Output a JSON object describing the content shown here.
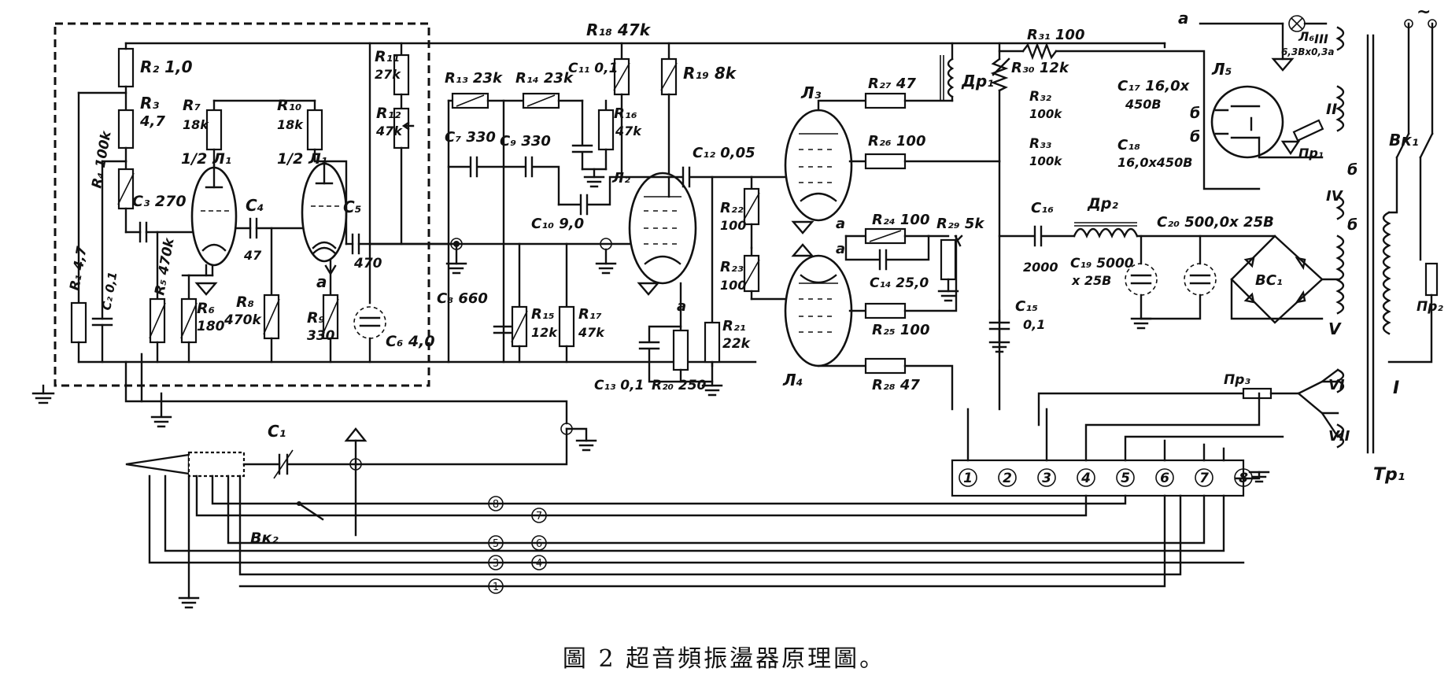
{
  "caption": "圖 2   超音頻振盪器原理圖。",
  "labels": [
    {
      "id": "r2",
      "t": "R₂ 1,0"
    },
    {
      "id": "r3",
      "t": "R₃"
    },
    {
      "id": "r3v",
      "t": "4,7"
    },
    {
      "id": "r4",
      "t": "R₄ 100k"
    },
    {
      "id": "r1",
      "t": "R₁ 4,7"
    },
    {
      "id": "c2",
      "t": "C₂ 0,1"
    },
    {
      "id": "c3",
      "t": "C₃ 270"
    },
    {
      "id": "r5",
      "t": "R₅ 470k"
    },
    {
      "id": "r6",
      "t": "R₆"
    },
    {
      "id": "r6v",
      "t": "180"
    },
    {
      "id": "r7",
      "t": "R₇"
    },
    {
      "id": "r7v",
      "t": "18k"
    },
    {
      "id": "l1a",
      "t": "1/2 Л₁"
    },
    {
      "id": "c4",
      "t": "C₄"
    },
    {
      "id": "c4v",
      "t": "47"
    },
    {
      "id": "r10",
      "t": "R₁₀"
    },
    {
      "id": "r10v",
      "t": "18k"
    },
    {
      "id": "l1b",
      "t": "1/2 Л₁"
    },
    {
      "id": "r8",
      "t": "R₈"
    },
    {
      "id": "r8v",
      "t": "470k"
    },
    {
      "id": "a1",
      "t": "a"
    },
    {
      "id": "r9",
      "t": "R₉"
    },
    {
      "id": "r9v",
      "t": "330"
    },
    {
      "id": "c5",
      "t": "C₅"
    },
    {
      "id": "c5v",
      "t": "470"
    },
    {
      "id": "r11",
      "t": "R₁₁"
    },
    {
      "id": "r11v",
      "t": "27k"
    },
    {
      "id": "r12",
      "t": "R₁₂"
    },
    {
      "id": "r12v",
      "t": "47k"
    },
    {
      "id": "c6",
      "t": "C₆ 4,0"
    },
    {
      "id": "r18",
      "t": "R₁₈ 47k"
    },
    {
      "id": "r13",
      "t": "R₁₃ 23k"
    },
    {
      "id": "r14",
      "t": "R₁₄ 23k"
    },
    {
      "id": "c11",
      "t": "C₁₁ 0,1"
    },
    {
      "id": "r19",
      "t": "R₁₉ 8k"
    },
    {
      "id": "c7",
      "t": "C₇ 330"
    },
    {
      "id": "c9",
      "t": "C₉ 330"
    },
    {
      "id": "r16",
      "t": "R₁₆"
    },
    {
      "id": "r16v",
      "t": "47k"
    },
    {
      "id": "l2",
      "t": "Л₂"
    },
    {
      "id": "c12",
      "t": "C₁₂ 0,05"
    },
    {
      "id": "c10",
      "t": "C₁₀ 9,0"
    },
    {
      "id": "c8",
      "t": "C₈ 660"
    },
    {
      "id": "r15",
      "t": "R₁₅"
    },
    {
      "id": "r15v",
      "t": "12k"
    },
    {
      "id": "r17",
      "t": "R₁₇"
    },
    {
      "id": "r17v",
      "t": "47k"
    },
    {
      "id": "c13",
      "t": "C₁₃ 0,1"
    },
    {
      "id": "r20",
      "t": "R₂₀ 250"
    },
    {
      "id": "a2",
      "t": "a"
    },
    {
      "id": "r22",
      "t": "R₂₂"
    },
    {
      "id": "r22v",
      "t": "100"
    },
    {
      "id": "r23",
      "t": "R₂₃"
    },
    {
      "id": "r23v",
      "t": "100"
    },
    {
      "id": "r21",
      "t": "R₂₁"
    },
    {
      "id": "r21v",
      "t": "22k"
    },
    {
      "id": "l3",
      "t": "Л₃"
    },
    {
      "id": "l4",
      "t": "Л₄"
    },
    {
      "id": "r27",
      "t": "R₂₇ 47"
    },
    {
      "id": "r26",
      "t": "R₂₆ 100"
    },
    {
      "id": "r24",
      "t": "R₂₄ 100"
    },
    {
      "id": "r29",
      "t": "R₂₉ 5k"
    },
    {
      "id": "c14",
      "t": "C₁₄ 25,0"
    },
    {
      "id": "r25",
      "t": "R₂₅ 100"
    },
    {
      "id": "r28",
      "t": "R₂₈ 47"
    },
    {
      "id": "a3",
      "t": "a"
    },
    {
      "id": "a4",
      "t": "a"
    },
    {
      "id": "dr1",
      "t": "Др₁"
    },
    {
      "id": "r30",
      "t": "R₃₀ 12k"
    },
    {
      "id": "r31",
      "t": "R₃₁ 100"
    },
    {
      "id": "r32",
      "t": "R₃₂"
    },
    {
      "id": "r32v",
      "t": "100k"
    },
    {
      "id": "r33",
      "t": "R₃₃"
    },
    {
      "id": "r33v",
      "t": "100k"
    },
    {
      "id": "c17",
      "t": "C₁₇ 16,0x"
    },
    {
      "id": "c17v",
      "t": "450В"
    },
    {
      "id": "c18",
      "t": "C₁₈"
    },
    {
      "id": "c18v",
      "t": "16,0x450В"
    },
    {
      "id": "c16",
      "t": "C₁₆"
    },
    {
      "id": "c16v",
      "t": "2000"
    },
    {
      "id": "c15",
      "t": "C₁₅"
    },
    {
      "id": "c15v",
      "t": "0,1"
    },
    {
      "id": "dr2",
      "t": "Др₂"
    },
    {
      "id": "c19",
      "t": "C₁₉ 5000"
    },
    {
      "id": "c19v",
      "t": "x 25В"
    },
    {
      "id": "c20",
      "t": "C₂₀ 500,0x 25В"
    },
    {
      "id": "bc1",
      "t": "BC₁"
    },
    {
      "id": "l5",
      "t": "Л₅"
    },
    {
      "id": "l6",
      "t": "Л₆"
    },
    {
      "id": "l6v",
      "t": "6,3Вx0,3а"
    },
    {
      "id": "pr1",
      "t": "Пр₁"
    },
    {
      "id": "pr2",
      "t": "Пр₂"
    },
    {
      "id": "pr3",
      "t": "Пр₃"
    },
    {
      "id": "bk1",
      "t": "Вк₁"
    },
    {
      "id": "bk2",
      "t": "Вк₂"
    },
    {
      "id": "tr1",
      "t": "Тр₁"
    },
    {
      "id": "c1",
      "t": "C₁"
    },
    {
      "id": "aTop",
      "t": "а"
    },
    {
      "id": "b1",
      "t": "б"
    },
    {
      "id": "b2",
      "t": "б"
    },
    {
      "id": "b3",
      "t": "б"
    },
    {
      "id": "b4",
      "t": "б"
    },
    {
      "id": "w1",
      "t": "I"
    },
    {
      "id": "w2",
      "t": "II"
    },
    {
      "id": "w3",
      "t": "III"
    },
    {
      "id": "w4",
      "t": "IV"
    },
    {
      "id": "w5",
      "t": "V"
    },
    {
      "id": "w6",
      "t": "VI"
    },
    {
      "id": "w7",
      "t": "VII"
    },
    {
      "id": "tilde",
      "t": "~"
    }
  ],
  "connector_pins": [
    "1",
    "2",
    "3",
    "4",
    "5",
    "6",
    "7",
    "8"
  ],
  "cable_markers": [
    "8",
    "7",
    "5",
    "6",
    "3",
    "4",
    "1"
  ]
}
